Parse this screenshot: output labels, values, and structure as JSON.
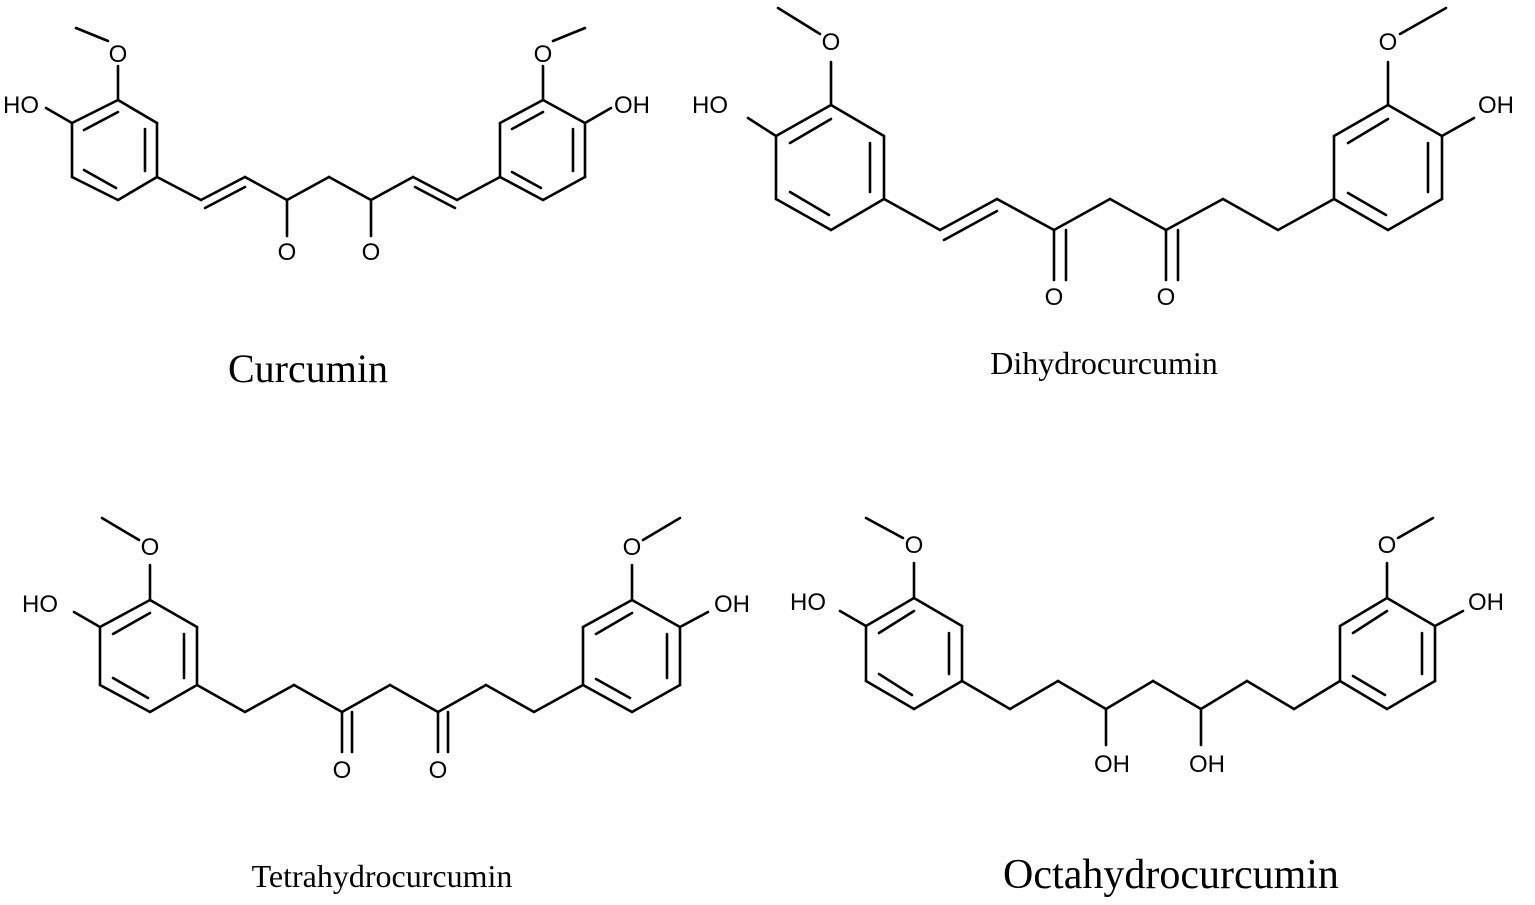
{
  "diagram": {
    "compounds": [
      {
        "id": "curcumin",
        "name": "Curcumin",
        "atoms": {
          "methoxy_left": "O",
          "hydroxy_left": "HO",
          "methoxy_right": "O",
          "hydroxy_right": "OH",
          "carbonyl_1": "O",
          "carbonyl_2": "O"
        }
      },
      {
        "id": "dihydrocurcumin",
        "name": "Dihydrocurcumin",
        "atoms": {
          "methoxy_left": "O",
          "hydroxy_left": "HO",
          "methoxy_right": "O",
          "hydroxy_right": "OH",
          "carbonyl_1": "O",
          "carbonyl_2": "O"
        }
      },
      {
        "id": "tetrahydrocurcumin",
        "name": "Tetrahydrocurcumin",
        "atoms": {
          "methoxy_left": "O",
          "hydroxy_left": "HO",
          "methoxy_right": "O",
          "hydroxy_right": "OH",
          "carbonyl_1": "O",
          "carbonyl_2": "O"
        }
      },
      {
        "id": "octahydrocurcumin",
        "name": "Octahydrocurcumin",
        "atoms": {
          "methoxy_left": "O",
          "hydroxy_left": "HO",
          "methoxy_right": "O",
          "hydroxy_right": "OH",
          "hydroxyl_1": "OH",
          "hydroxyl_2": "OH"
        }
      }
    ]
  }
}
